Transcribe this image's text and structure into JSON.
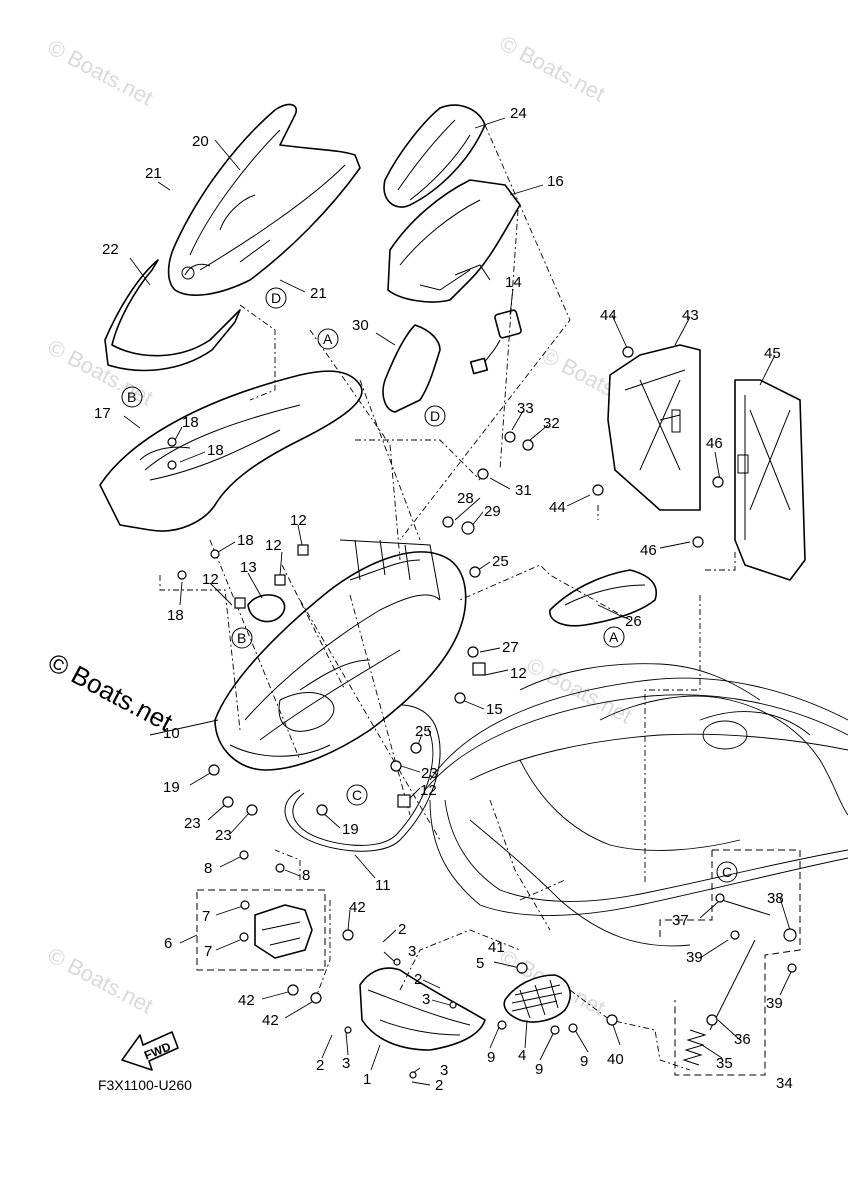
{
  "diagram_code": "F3X1100-U260",
  "fwd_label": "FWD",
  "watermark": "© Boats.net",
  "callouts": [
    "1",
    "2",
    "3",
    "4",
    "5",
    "6",
    "7",
    "8",
    "9",
    "10",
    "11",
    "12",
    "13",
    "14",
    "15",
    "16",
    "17",
    "18",
    "19",
    "20",
    "21",
    "22",
    "23",
    "24",
    "25",
    "26",
    "27",
    "28",
    "29",
    "30",
    "31",
    "32",
    "33",
    "34",
    "35",
    "36",
    "37",
    "38",
    "39",
    "40",
    "41",
    "42",
    "43",
    "44",
    "45",
    "46"
  ],
  "reference_letters": [
    "A",
    "B",
    "C",
    "D"
  ]
}
